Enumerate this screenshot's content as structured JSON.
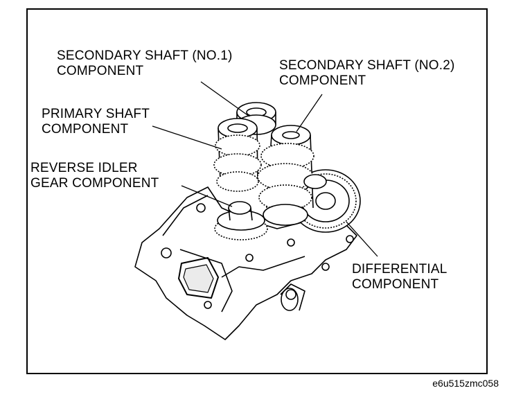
{
  "labels": {
    "secondary_shaft_1": [
      "SECONDARY SHAFT (NO.1)",
      "COMPONENT"
    ],
    "secondary_shaft_2": [
      "SECONDARY SHAFT (NO.2)",
      "COMPONENT"
    ],
    "primary_shaft": [
      "PRIMARY SHAFT",
      "COMPONENT"
    ],
    "reverse_idler": [
      "REVERSE IDLER",
      "GEAR COMPONENT"
    ],
    "differential": [
      "DIFFERENTIAL",
      "COMPONENT"
    ]
  },
  "figure_code": "e6u515zmc058",
  "colors": {
    "ink": "#000000",
    "paper": "#ffffff",
    "shade": "#d9d9d9"
  }
}
